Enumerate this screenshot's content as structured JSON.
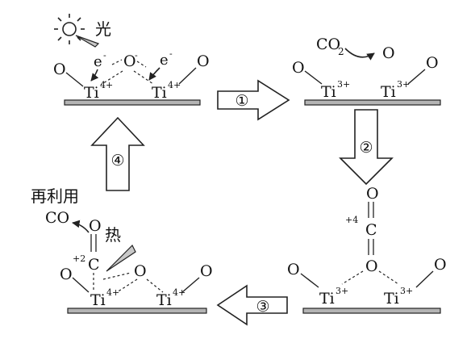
{
  "light_label": "光",
  "heat_label": "热",
  "reuse_label": "再利用",
  "electron": "e",
  "electron_charge": "-",
  "oxygen": "O",
  "oxygen_anion_charge": "-",
  "titanium": "Ti",
  "ti4_charge": "4+",
  "ti3_charge": "3+",
  "co2": "CO",
  "co2_subscript": "2",
  "co": "CO",
  "carbon": "C",
  "carbon_plus4": "+4",
  "carbon_plus2": "+2",
  "steps": [
    "①",
    "②",
    "③",
    "④"
  ],
  "colors": {
    "surface_fill": "#b4b4b4",
    "stroke": "#222222",
    "light_cone": "#c8c8c8"
  }
}
